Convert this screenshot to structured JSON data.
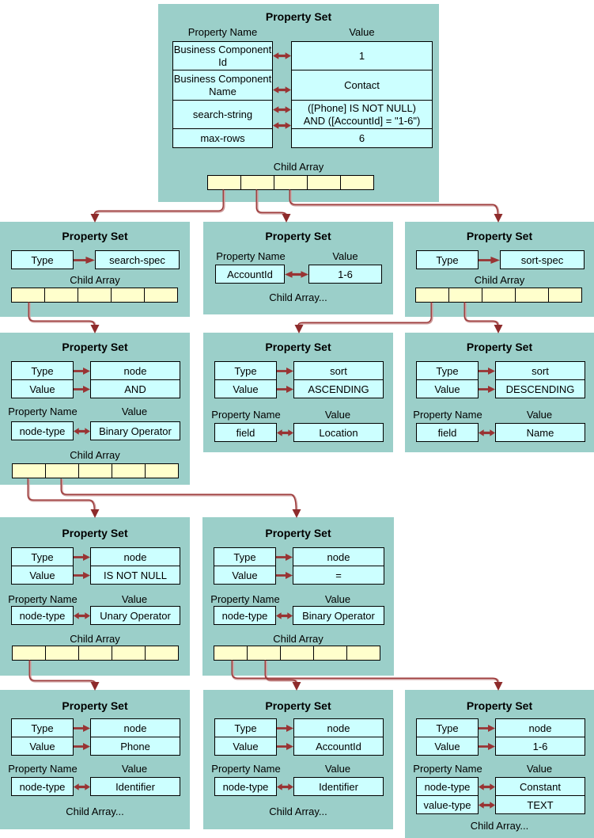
{
  "colors": {
    "box_bg": "#9BCFC9",
    "cell_bg": "#CCFFFF",
    "array_cell_bg": "#FFFFCC",
    "connector_dark": "#993333",
    "connector_light": "#CC9999",
    "arrowhead": "#8E2B2B"
  },
  "boxes": {
    "root": {
      "title": "Property Set",
      "name_header": "Property Name",
      "value_header": "Value",
      "rows": [
        {
          "name": "Business Component Id",
          "value": "1"
        },
        {
          "name": "Business Component Name",
          "value": "Contact"
        },
        {
          "name": "search-string",
          "value": "([Phone] IS NOT NULL)\nAND ([AccountId] = \"1-6\")"
        },
        {
          "name": "max-rows",
          "value": "6"
        }
      ],
      "child_array_label": "Child Array"
    },
    "search_spec": {
      "title": "Property Set",
      "type_rows": [
        {
          "name": "Type",
          "value": "search-spec"
        }
      ],
      "child_array_label": "Child Array"
    },
    "account_filter": {
      "title": "Property Set",
      "name_header": "Property Name",
      "value_header": "Value",
      "prop_rows": [
        {
          "name": "AccountId",
          "value": "1-6"
        }
      ],
      "child_array_label": "Child Array..."
    },
    "sort_spec": {
      "title": "Property Set",
      "type_rows": [
        {
          "name": "Type",
          "value": "sort-spec"
        }
      ],
      "child_array_label": "Child Array"
    },
    "and_node": {
      "title": "Property Set",
      "type_rows": [
        {
          "name": "Type",
          "value": "node"
        },
        {
          "name": "Value",
          "value": "AND"
        }
      ],
      "name_header": "Property Name",
      "value_header": "Value",
      "prop_rows": [
        {
          "name": "node-type",
          "value": "Binary Operator"
        }
      ],
      "child_array_label": "Child Array"
    },
    "sort_ascending": {
      "title": "Property Set",
      "type_rows": [
        {
          "name": "Type",
          "value": "sort"
        },
        {
          "name": "Value",
          "value": "ASCENDING"
        }
      ],
      "name_header": "Property Name",
      "value_header": "Value",
      "prop_rows": [
        {
          "name": "field",
          "value": "Location"
        }
      ]
    },
    "sort_descending": {
      "title": "Property Set",
      "type_rows": [
        {
          "name": "Type",
          "value": "sort"
        },
        {
          "name": "Value",
          "value": "DESCENDING"
        }
      ],
      "name_header": "Property Name",
      "value_header": "Value",
      "prop_rows": [
        {
          "name": "field",
          "value": "Name"
        }
      ]
    },
    "is_not_null_node": {
      "title": "Property Set",
      "type_rows": [
        {
          "name": "Type",
          "value": "node"
        },
        {
          "name": "Value",
          "value": "IS NOT NULL"
        }
      ],
      "name_header": "Property Name",
      "value_header": "Value",
      "prop_rows": [
        {
          "name": "node-type",
          "value": "Unary Operator"
        }
      ],
      "child_array_label": "Child Array"
    },
    "equals_node": {
      "title": "Property Set",
      "type_rows": [
        {
          "name": "Type",
          "value": "node"
        },
        {
          "name": "Value",
          "value": "="
        }
      ],
      "name_header": "Property Name",
      "value_header": "Value",
      "prop_rows": [
        {
          "name": "node-type",
          "value": "Binary Operator"
        }
      ],
      "child_array_label": "Child Array"
    },
    "phone_node": {
      "title": "Property Set",
      "type_rows": [
        {
          "name": "Type",
          "value": "node"
        },
        {
          "name": "Value",
          "value": "Phone"
        }
      ],
      "name_header": "Property Name",
      "value_header": "Value",
      "prop_rows": [
        {
          "name": "node-type",
          "value": "Identifier"
        }
      ],
      "child_array_label": "Child Array..."
    },
    "account_id_node": {
      "title": "Property Set",
      "type_rows": [
        {
          "name": "Type",
          "value": "node"
        },
        {
          "name": "Value",
          "value": "AccountId"
        }
      ],
      "name_header": "Property Name",
      "value_header": "Value",
      "prop_rows": [
        {
          "name": "node-type",
          "value": "Identifier"
        }
      ],
      "child_array_label": "Child Array..."
    },
    "constant_node": {
      "title": "Property Set",
      "type_rows": [
        {
          "name": "Type",
          "value": "node"
        },
        {
          "name": "Value",
          "value": "1-6"
        }
      ],
      "name_header": "Property Name",
      "value_header": "Value",
      "prop_rows": [
        {
          "name": "node-type",
          "value": "Constant"
        },
        {
          "name": "value-type",
          "value": "TEXT"
        }
      ],
      "child_array_label": "Child Array..."
    }
  }
}
